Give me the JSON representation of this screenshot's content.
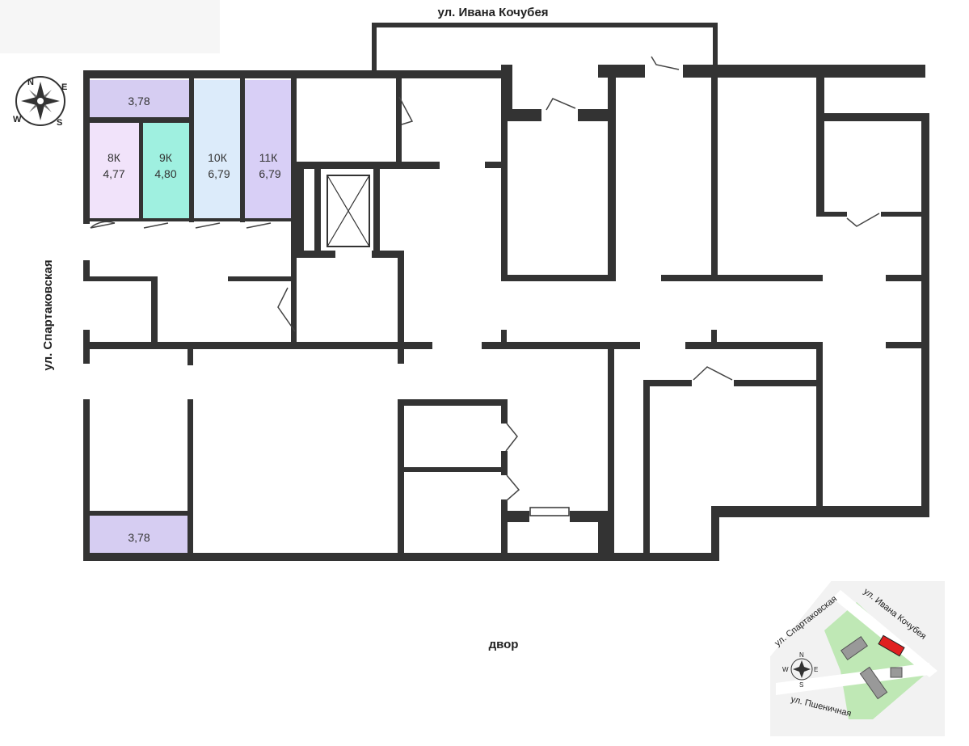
{
  "streets": {
    "top": "ул. Ивана Кочубея",
    "left": "ул. Спартаковская",
    "bottom": "двор"
  },
  "compass": {
    "north": "N",
    "east": "E",
    "south": "S",
    "west": "W"
  },
  "storage_units": [
    {
      "id": "top-strip",
      "name": "",
      "area": "3,78",
      "color": "#d6cdf2"
    },
    {
      "id": "8k",
      "name": "8К",
      "area": "4,77",
      "color": "#f1e3fa"
    },
    {
      "id": "9k",
      "name": "9К",
      "area": "4,80",
      "color": "#9ff0e0"
    },
    {
      "id": "10k",
      "name": "10К",
      "area": "6,79",
      "color": "#dcebfa"
    },
    {
      "id": "11k",
      "name": "11К",
      "area": "6,79",
      "color": "#d8cff6"
    },
    {
      "id": "bottom-strip",
      "name": "",
      "area": "3,78",
      "color": "#d6cdf2"
    }
  ],
  "site_plan": {
    "street_top": "ул. Ивана Кочубея",
    "street_left": "ул. Спартаковская",
    "street_bottom": "ул. Пшеничная",
    "highlight_color": "#e02020",
    "green_color": "#bfe8b5"
  },
  "colors": {
    "wall": "#333333"
  }
}
